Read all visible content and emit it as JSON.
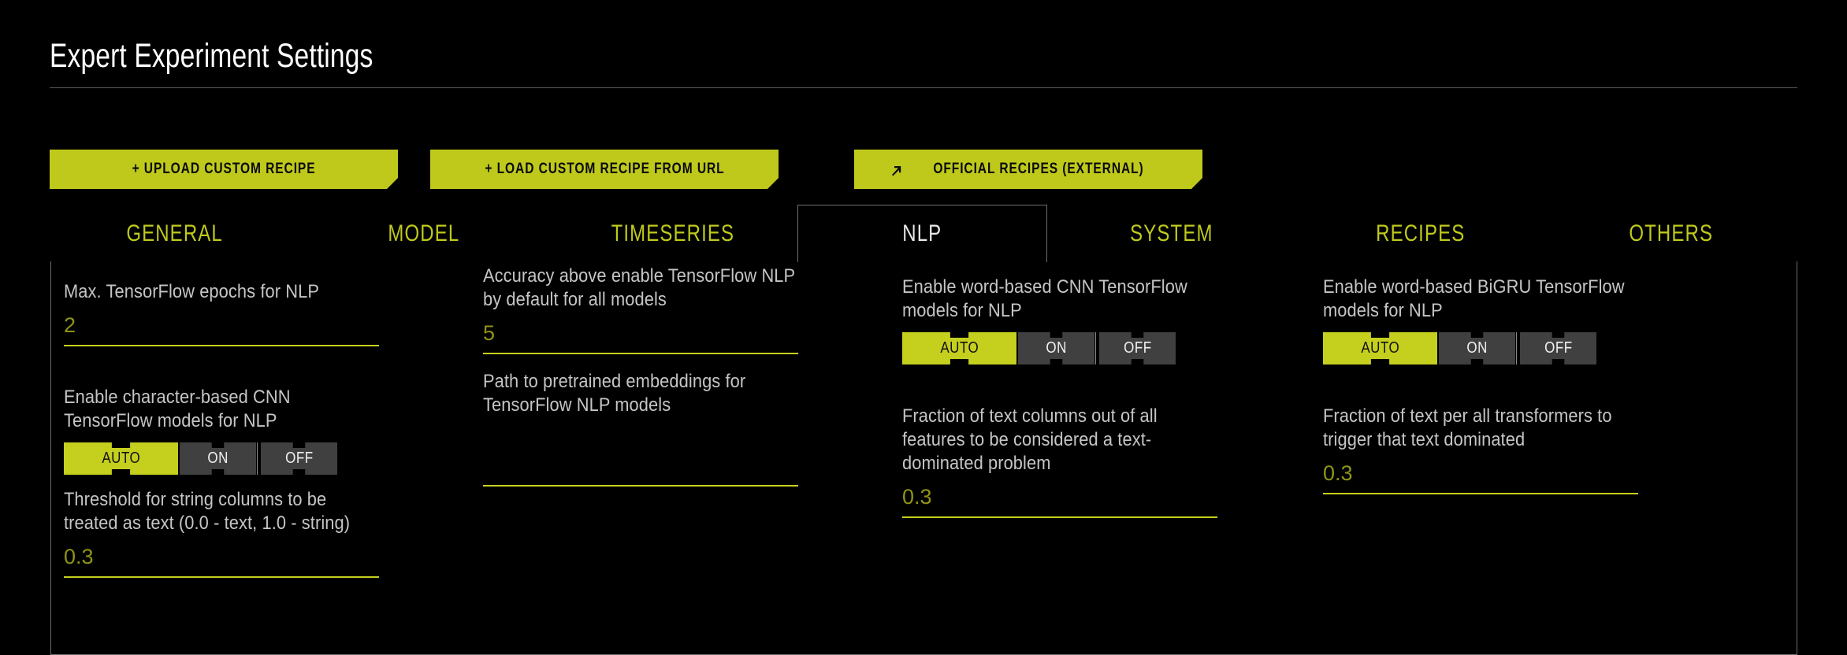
{
  "page": {
    "title": "Expert Experiment Settings"
  },
  "colors": {
    "accent": "#bfc91c",
    "accent_input": "#c5cf1e",
    "value_text": "#8f9416",
    "background": "#000000",
    "label_text": "#c5c5c5",
    "toggle_off_bg": "#404040",
    "border": "#6e6e6e"
  },
  "toolbar": {
    "buttons": [
      {
        "label": "+ UPLOAD CUSTOM RECIPE",
        "icon": null
      },
      {
        "label": "+ LOAD CUSTOM RECIPE FROM URL",
        "icon": null
      },
      {
        "label": "OFFICIAL RECIPES (EXTERNAL)",
        "icon": "external-link-icon"
      }
    ]
  },
  "tabs": [
    {
      "label": "GENERAL",
      "active": false
    },
    {
      "label": "MODEL",
      "active": false
    },
    {
      "label": "TIMESERIES",
      "active": false
    },
    {
      "label": "NLP",
      "active": true
    },
    {
      "label": "SYSTEM",
      "active": false
    },
    {
      "label": "RECIPES",
      "active": false
    },
    {
      "label": "OTHERS",
      "active": false
    }
  ],
  "toggle_options": {
    "auto": "AUTO",
    "on": "ON",
    "off": "OFF"
  },
  "fields": {
    "max_tf_epochs": {
      "label": "Max. TensorFlow epochs for NLP",
      "value": "2",
      "type": "text"
    },
    "char_cnn": {
      "label": "Enable character-based CNN TensorFlow models for NLP",
      "value": "AUTO",
      "type": "toggle"
    },
    "string_threshold": {
      "label": "Threshold for string columns to be treated as text (0.0 - text, 1.0 - string)",
      "value": "0.3",
      "type": "text"
    },
    "accuracy_above": {
      "label": "Accuracy above enable TensorFlow NLP by default for all models",
      "value": "5",
      "type": "text"
    },
    "pretrained_path": {
      "label": "Path to pretrained embeddings for TensorFlow NLP models",
      "value": "",
      "placeholder": "",
      "type": "text"
    },
    "word_cnn": {
      "label": "Enable word-based CNN TensorFlow models for NLP",
      "value": "AUTO",
      "type": "toggle"
    },
    "text_fraction_columns": {
      "label": "Fraction of text columns out of all features to be considered a text-dominated problem",
      "value": "0.3",
      "type": "text"
    },
    "word_bigru": {
      "label": "Enable word-based BiGRU TensorFlow models for NLP",
      "value": "AUTO",
      "type": "toggle"
    },
    "text_fraction_transformers": {
      "label": "Fraction of text per all transformers to trigger that text dominated",
      "value": "0.3",
      "type": "text"
    }
  }
}
